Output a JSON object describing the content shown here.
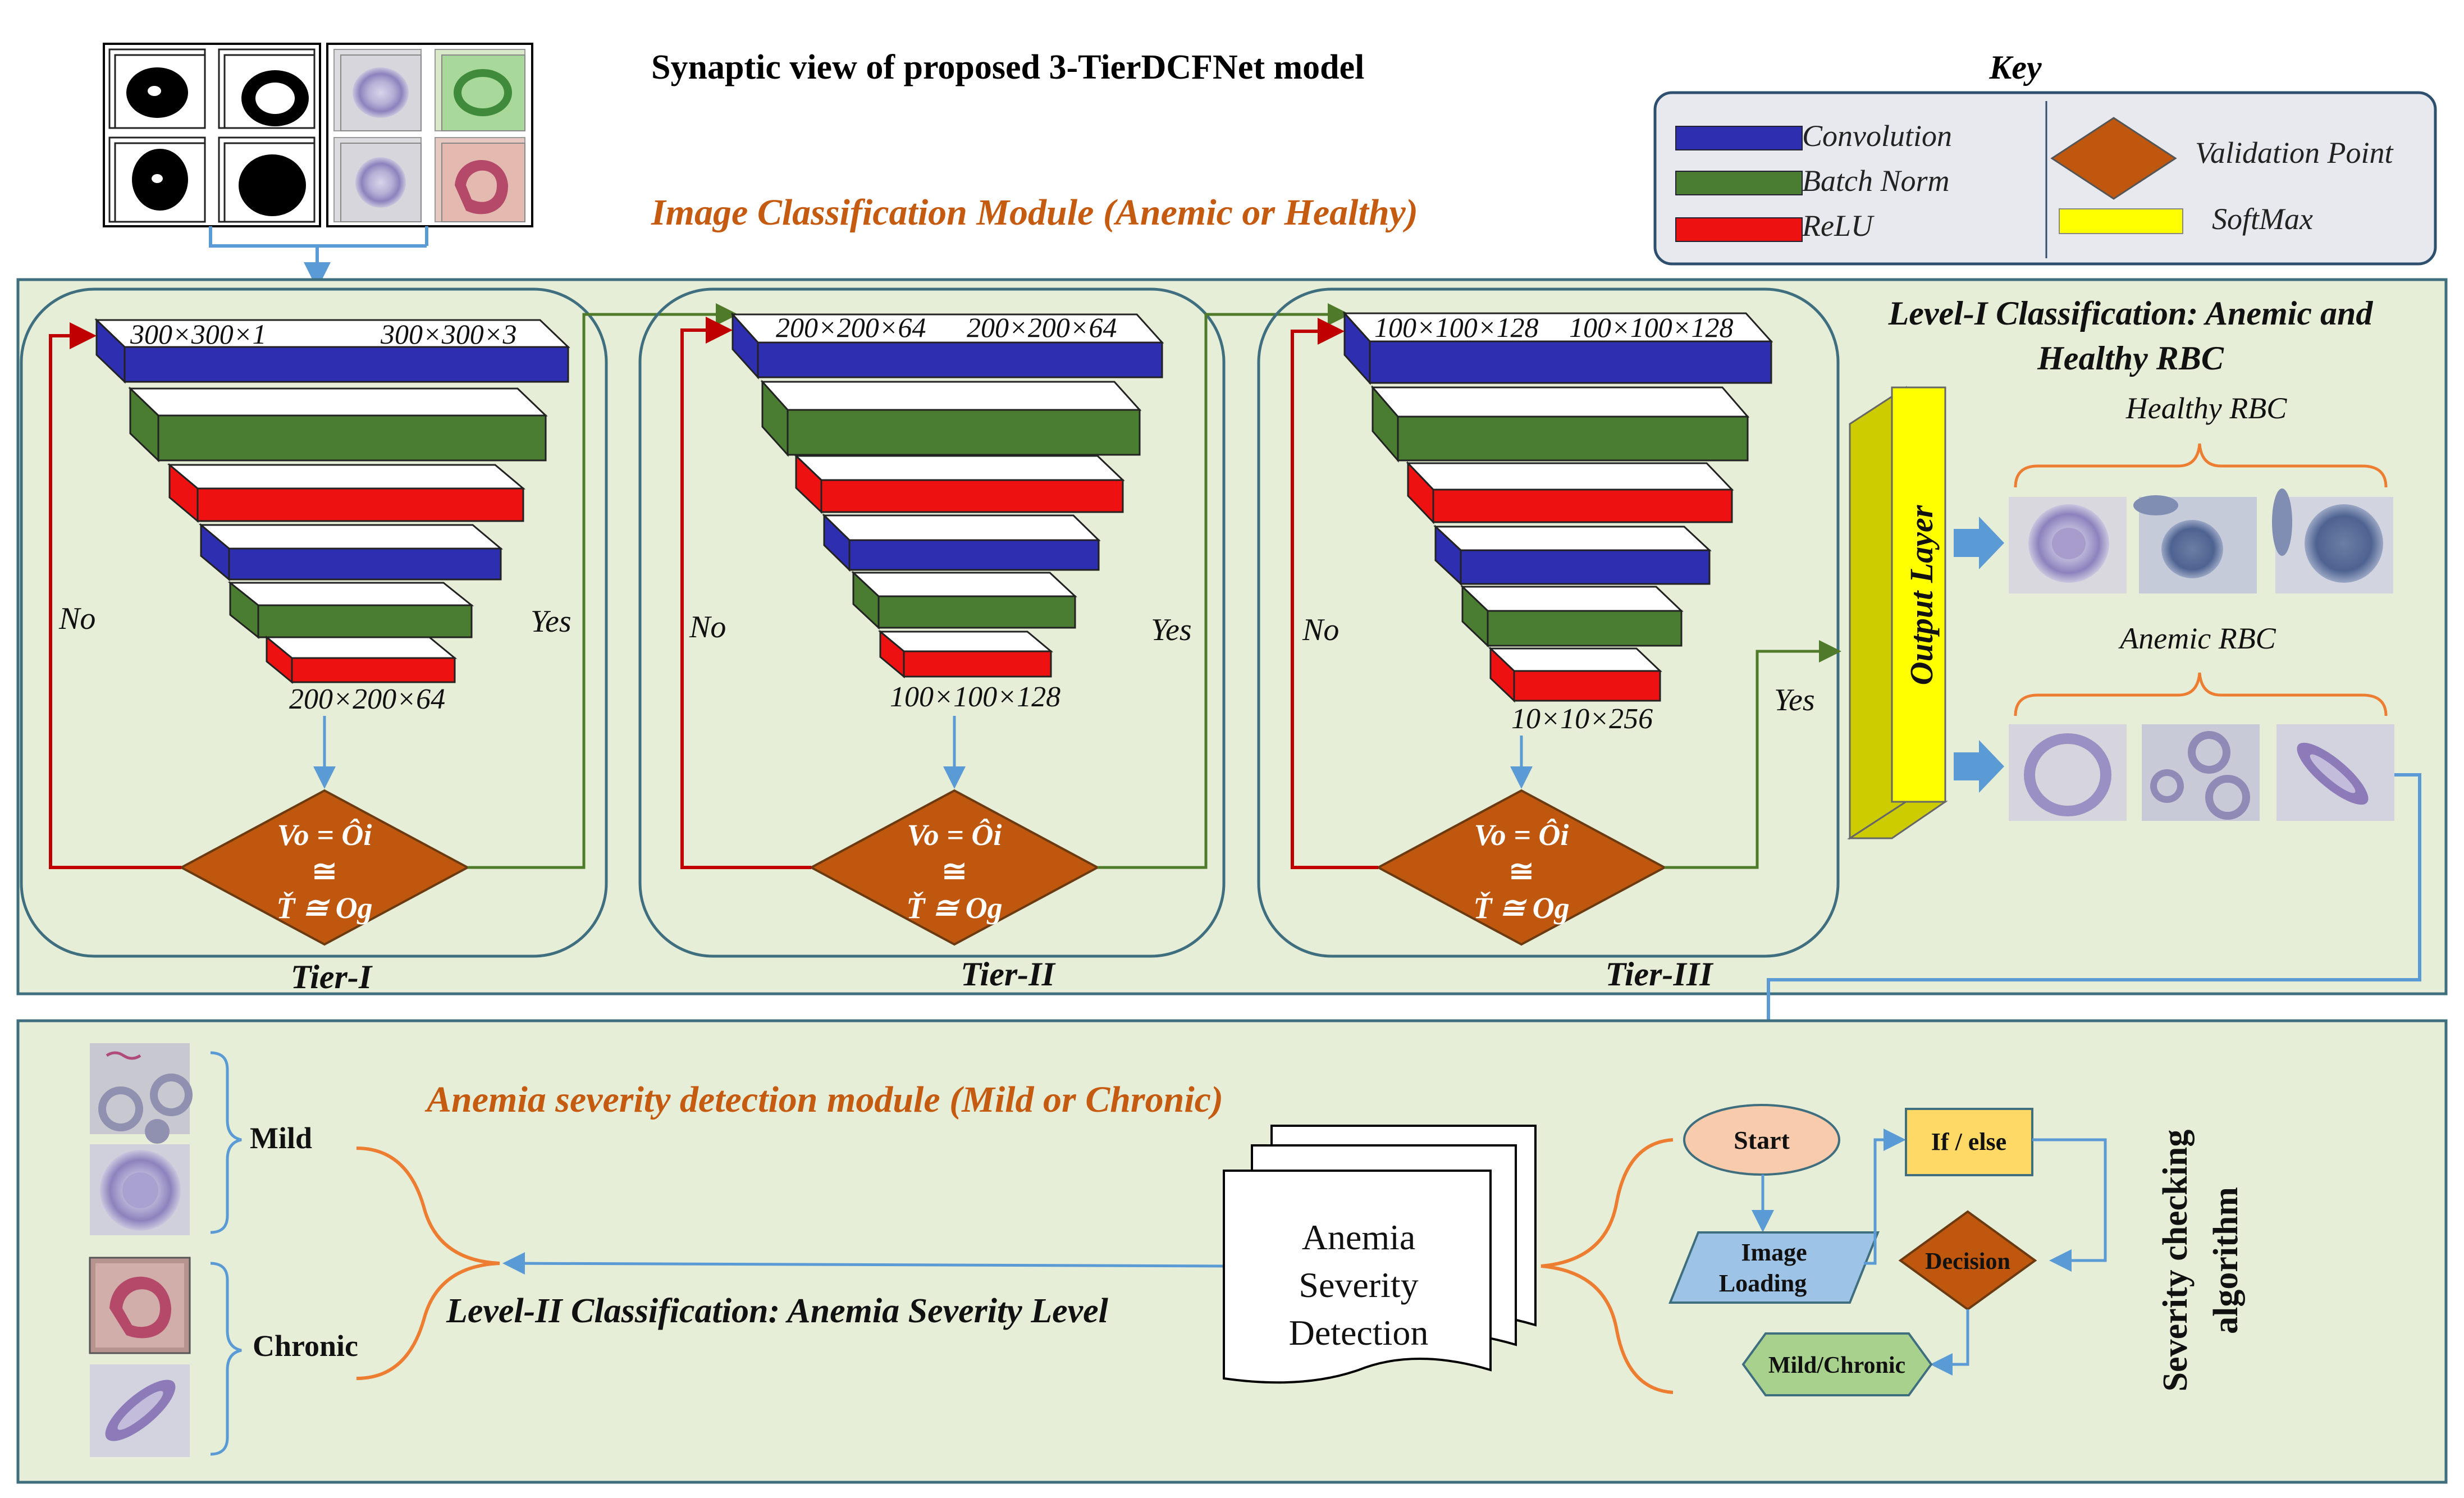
{
  "title": "Synaptic view of proposed 3-TierDCFNet model",
  "module1_title": "Image Classification Module (Anemic or Healthy)",
  "module2_title": "Anemia severity detection module (Mild or Chronic)",
  "key": {
    "title": "Key",
    "convolution": "Convolution",
    "batch_norm": "Batch Norm",
    "relu": "ReLU",
    "validation_point": "Validation Point",
    "softmax": "SoftMax"
  },
  "tiers": [
    {
      "label": "Tier-I",
      "in_left": "300×300×1",
      "in_right": "300×300×3",
      "out": "200×200×64",
      "no": "No",
      "yes": "Yes",
      "eq_top": "Vo = Ôi",
      "eq_mid": "≅",
      "eq_bot": "Ť ≅ Og"
    },
    {
      "label": "Tier-II",
      "in_left": "200×200×64",
      "in_right": "200×200×64",
      "out": "100×100×128",
      "no": "No",
      "yes": "Yes",
      "eq_top": "Vo = Ôi",
      "eq_mid": "≅",
      "eq_bot": "Ť ≅ Og"
    },
    {
      "label": "Tier-III",
      "in_left": "100×100×128",
      "in_right": "100×100×128",
      "out": "10×10×256",
      "no": "No",
      "yes": "Yes",
      "eq_top": "Vo = Ôi",
      "eq_mid": "≅",
      "eq_bot": "Ť ≅ Og"
    }
  ],
  "level1": {
    "title_line1": "Level-I Classification:  Anemic and",
    "title_line2": "Healthy RBC",
    "output_layer": "Output Layer",
    "healthy": "Healthy RBC",
    "anemic": "Anemic RBC"
  },
  "level2": {
    "title": "Level-II Classification: Anemia Severity Level",
    "mild": "Mild",
    "chronic": "Chronic",
    "doc_line1": "Anemia",
    "doc_line2": "Severity",
    "doc_line3": "Detection"
  },
  "algorithm": {
    "start": "Start",
    "ifelse": "If / else",
    "image_loading_1": "Image",
    "image_loading_2": "Loading",
    "decision": "Decision",
    "output": "Mild/Chronic",
    "title_line1": "Severity  checking",
    "title_line2": "algorithm"
  },
  "colors": {
    "convolution": "#2e2eb0",
    "batch_norm": "#4a7d32",
    "relu": "#ee1111",
    "validation": "#c0570f",
    "softmax": "#ffff00",
    "panel_fill": "#e6eed8",
    "panel_border": "#3f6f7f",
    "arrow_blue": "#5b9bd5",
    "arrow_green": "#4f7a2a",
    "arrow_red": "#c00000",
    "orange_text": "#c55a11",
    "flow_peach": "#f8cbad",
    "flow_yellow": "#ffd966",
    "flow_blue": "#9dc3e6",
    "flow_green": "#a9d18e"
  }
}
